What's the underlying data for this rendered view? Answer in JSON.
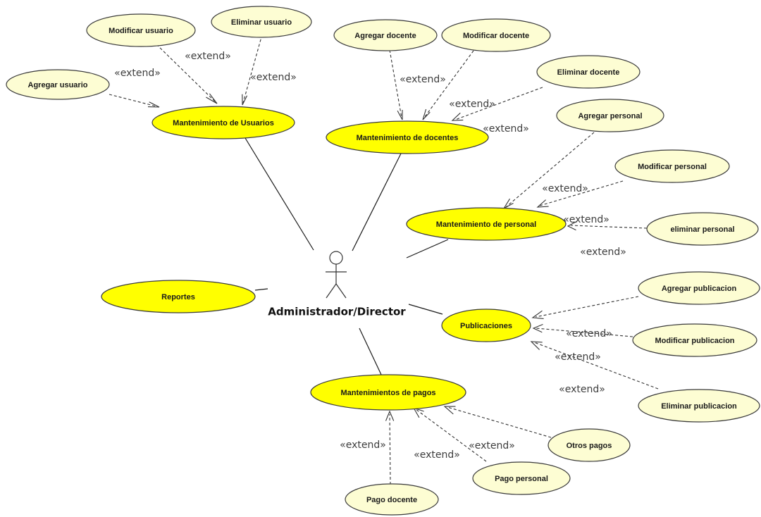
{
  "actor": {
    "name": "Administrador/Director"
  },
  "use_cases": {
    "usuarios": "Mantenimiento de Usuarios",
    "docentes": "Mantenimiento de docentes",
    "personal": "Mantenimiento de personal",
    "reportes": "Reportes",
    "publicaciones": "Publicaciones",
    "pagos": "Mantenimientos de pagos"
  },
  "extensions": {
    "agregar_usuario": "Agregar usuario",
    "modificar_usuario": "Modificar usuario",
    "eliminar_usuario": "Eliminar usuario",
    "agregar_docente": "Agregar docente",
    "modificar_docente": "Modificar docente",
    "eliminar_docente": "Eliminar docente",
    "agregar_personal": "Agregar personal",
    "modificar_personal": "Modificar personal",
    "eliminar_personal": "eliminar personal",
    "agregar_publicacion": "Agregar publicacion",
    "modificar_publicacion": "Modificar publicacion",
    "eliminar_publicacion": "Eliminar publicacion",
    "otros_pagos": "Otros pagos",
    "pago_personal": "Pago personal",
    "pago_docente": "Pago docente"
  },
  "stereotype": "«extend»",
  "colors": {
    "main_use_case": "#ffff00",
    "extension_use_case": "#fdfdd3"
  }
}
